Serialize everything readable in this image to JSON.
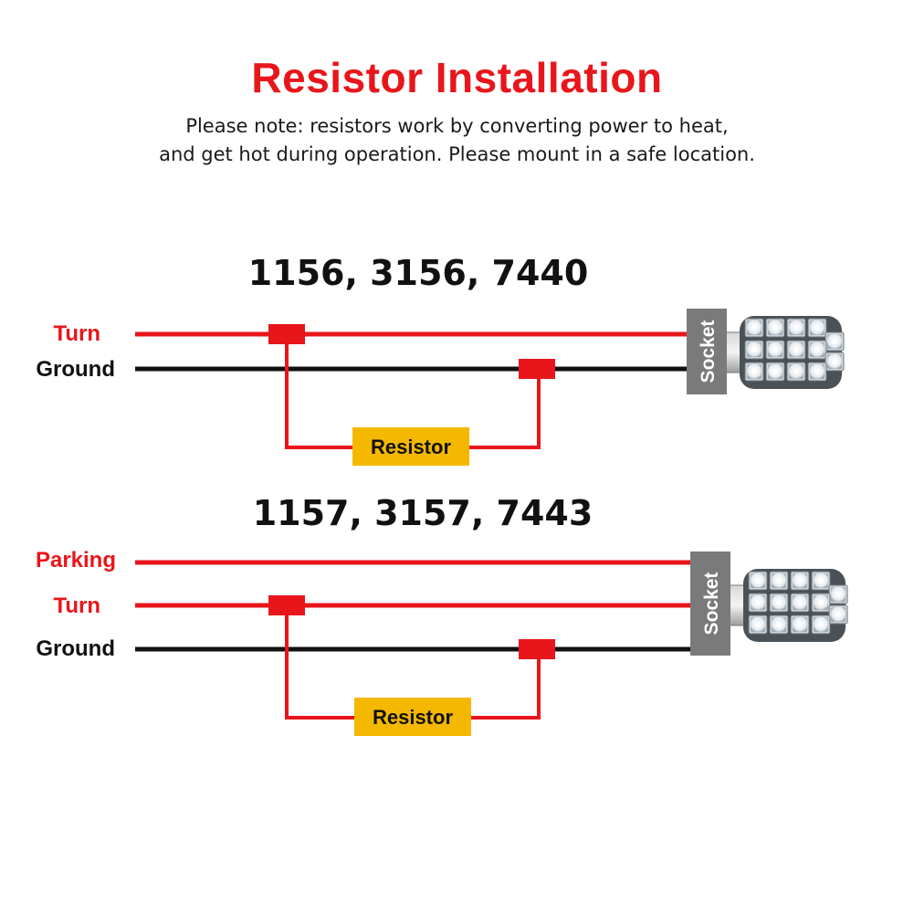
{
  "title": "Resistor Installation",
  "note": {
    "line1": "Please note: resistors work by converting power to heat,",
    "line2": "and get hot during operation. Please mount in a safe location."
  },
  "colors": {
    "title": "#e8161b",
    "wire_red": "#e8161b",
    "wire_black": "#111111",
    "resistor": "#f5b800",
    "socket": "#7a7a7a"
  },
  "diagrams": [
    {
      "models": "1156, 3156, 7440",
      "wires": [
        {
          "label": "Turn",
          "color": "red"
        },
        {
          "label": "Ground",
          "color": "black"
        }
      ],
      "resistor_label": "Resistor",
      "socket_label": "Socket",
      "bulb_icon": "led-bulb-icon"
    },
    {
      "models": "1157, 3157, 7443",
      "wires": [
        {
          "label": "Parking",
          "color": "red"
        },
        {
          "label": "Turn",
          "color": "red"
        },
        {
          "label": "Ground",
          "color": "black"
        }
      ],
      "resistor_label": "Resistor",
      "socket_label": "Socket",
      "bulb_icon": "led-bulb-icon"
    }
  ]
}
